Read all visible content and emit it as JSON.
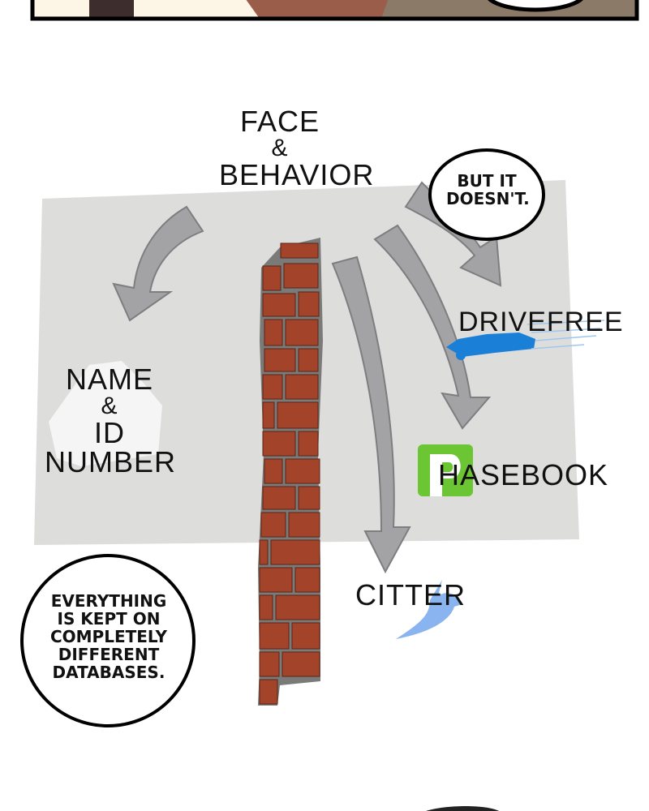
{
  "board": {
    "top_label": {
      "line1": "Face",
      "line2": "&",
      "line3": "Behavior"
    },
    "left_label": {
      "line1": "Name",
      "line2": "&",
      "line3": "ID Number"
    },
    "databases": [
      {
        "name": "DriveFree",
        "icon": "car-icon",
        "color": "#1a7fd6"
      },
      {
        "name": "hasebook",
        "icon_letter": "P",
        "icon": "phasebook-logo-icon",
        "color": "#6cc533"
      },
      {
        "name": "Citter",
        "icon": "bird-icon",
        "color": "#8ab4f0"
      }
    ]
  },
  "bubbles": {
    "top_right": "But it doesn't.",
    "bottom_left": "Everything is kept on completely different databases."
  }
}
